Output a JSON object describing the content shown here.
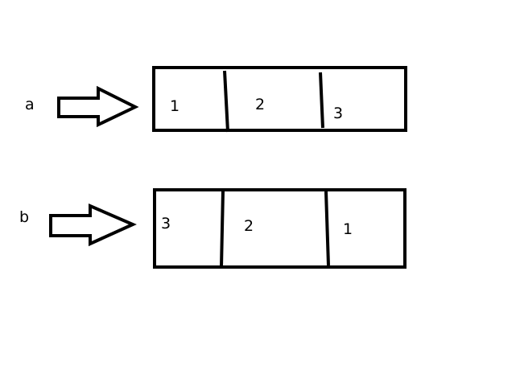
{
  "rows": [
    {
      "label": "a",
      "cells": [
        "1",
        "2",
        "3"
      ]
    },
    {
      "label": "b",
      "cells": [
        "3",
        "2",
        "1"
      ]
    }
  ],
  "colors": {
    "stroke": "#000000",
    "background": "#ffffff"
  }
}
